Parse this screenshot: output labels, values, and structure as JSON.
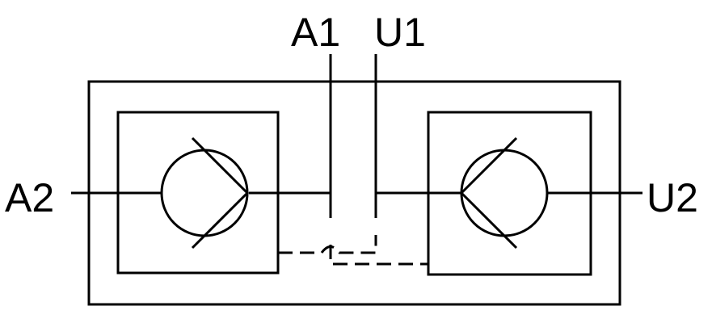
{
  "diagram": {
    "ports": {
      "a1": "A1",
      "u1": "U1",
      "a2": "A2",
      "u2": "U2"
    },
    "components": {
      "left_check_valve": "check-valve",
      "right_check_valve": "check-valve",
      "pilot_crossing": "line-jump"
    },
    "colors": {
      "line": "#000000",
      "background": "#ffffff"
    }
  }
}
